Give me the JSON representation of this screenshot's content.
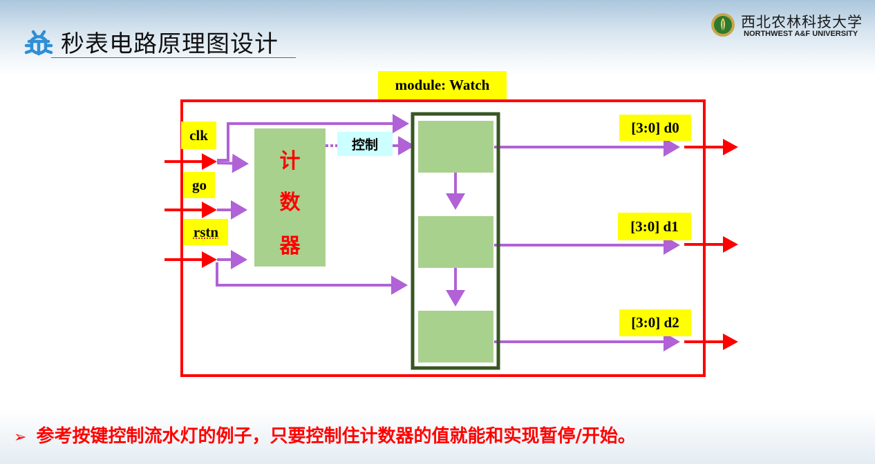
{
  "header": {
    "title": "秒表电路原理图设计",
    "logo_cn": "西北农林科技大学",
    "logo_en": "NORTHWEST A&F UNIVERSITY"
  },
  "diagram": {
    "module_label": "module: Watch",
    "inputs": {
      "clk": "clk",
      "go": "go",
      "rstn": "rstn"
    },
    "counter_chars": [
      "计",
      "数",
      "器"
    ],
    "control_label": "控制",
    "outputs": [
      "[3:0] d0",
      "[3:0] d1",
      "[3:0] d2"
    ]
  },
  "colors": {
    "module_border": "#ff0000",
    "arrow_purple": "#b062d6",
    "block_green": "#a9d18e",
    "reg_frame": "#375623",
    "label_yellow": "#ffff00",
    "control_cyan": "#ccffff"
  },
  "footer": {
    "bullet": "参考按键控制流水灯的例子，只要控制住计数器的值就能和实现暂停/开始。"
  }
}
